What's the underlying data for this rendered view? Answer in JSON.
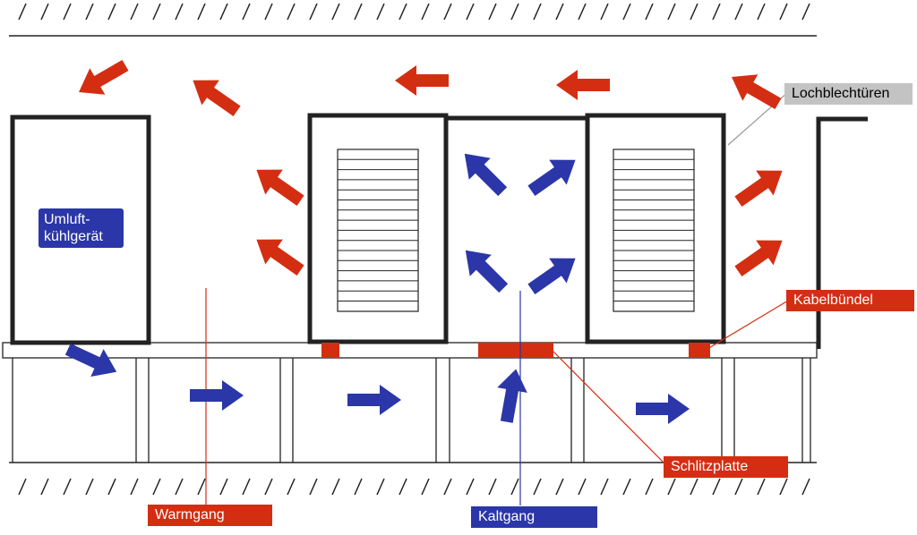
{
  "labels": {
    "umluft": "Umluft-\nkühlgerät",
    "lochblech": "Lochblechtüren",
    "kabel": "Kabelbündel",
    "schlitz": "Schlitzplatte",
    "warmgang": "Warmgang",
    "kaltgang": "Kaltgang"
  },
  "colors": {
    "warm": "#d42e12",
    "cold": "#2b36a8",
    "frame": "#222222",
    "door_label": "#c3c3c3"
  }
}
